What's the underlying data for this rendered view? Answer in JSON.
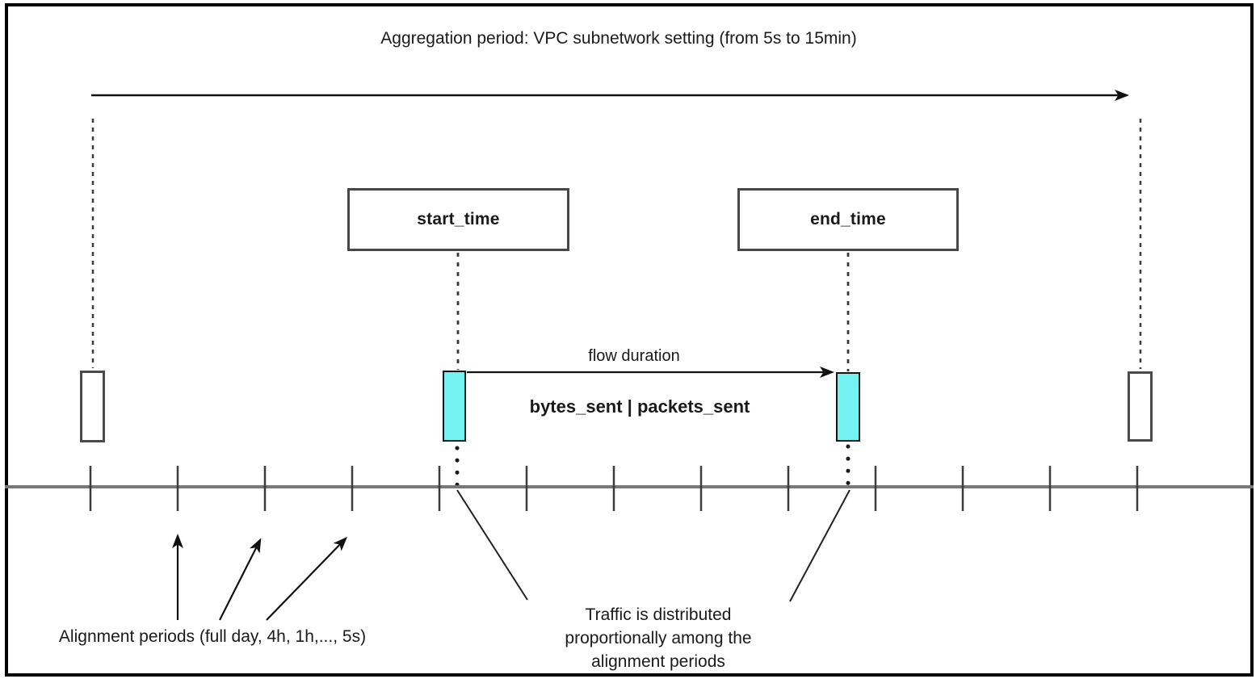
{
  "title": "Aggregation period: VPC subnetwork setting (from 5s to 15min)",
  "boxes": {
    "start": {
      "label": "start_time"
    },
    "end": {
      "label": "end_time"
    }
  },
  "flow": {
    "duration_label": "flow duration",
    "metrics_label": "bytes_sent | packets_sent"
  },
  "annotations": {
    "alignment_periods_label": "Alignment periods (full day, 4h, 1h,..., 5s)",
    "traffic_note": {
      "line1": "Traffic is distributed",
      "line2": "proportionally among the",
      "line3": "alignment periods"
    }
  },
  "colors": {
    "interval_highlight": "#74F2F2",
    "timeline": "#787878",
    "line": "#1a1a1a"
  }
}
